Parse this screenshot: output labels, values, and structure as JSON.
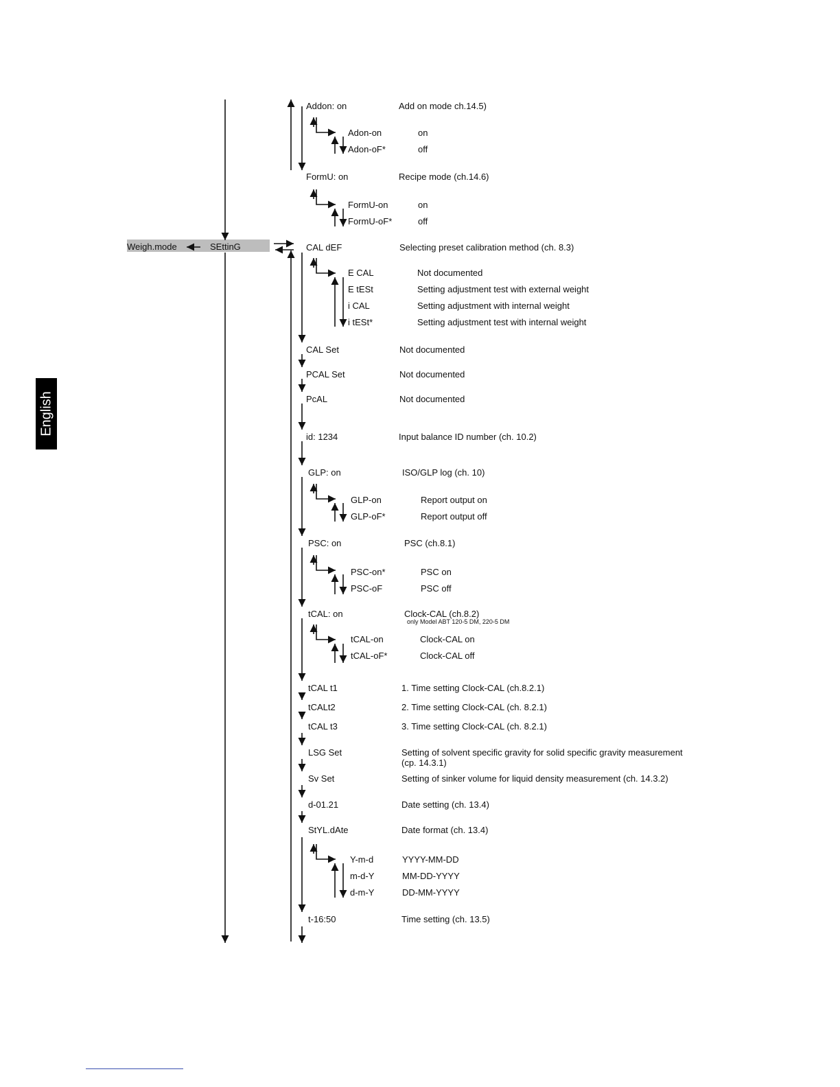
{
  "sidebar": {
    "language_tab": "English"
  },
  "root": {
    "weigh_mode": "Weigh.mode",
    "setting": "SEttinG"
  },
  "menu": [
    {
      "key": "Addon: on",
      "desc": "Add on mode ch.14.5)",
      "options": [
        {
          "key": "Adon-on",
          "desc": "on"
        },
        {
          "key": "Adon-oF*",
          "desc": "off"
        }
      ]
    },
    {
      "key": "FormU: on",
      "desc": "Recipe mode (ch.14.6)",
      "options": [
        {
          "key": "FormU-on",
          "desc": "on"
        },
        {
          "key": "FormU-oF*",
          "desc": "off"
        }
      ]
    },
    {
      "key": "CAL dEF",
      "desc": "Selecting preset calibration method  (ch. 8.3)",
      "options": [
        {
          "key": "E CAL",
          "desc": "Not documented"
        },
        {
          "key": "E tESt",
          "desc": "Setting adjustment test with external weight"
        },
        {
          "key": "i CAL",
          "desc": "Setting adjustment with internal weight"
        },
        {
          "key": "i tESt*",
          "desc": "Setting adjustment test with internal weight"
        }
      ]
    },
    {
      "key": "CAL Set",
      "desc": "Not documented"
    },
    {
      "key": "PCAL Set",
      "desc": "Not documented"
    },
    {
      "key": "PcAL",
      "desc": "Not documented"
    },
    {
      "key": "id: 1234",
      "desc": "Input balance ID number (ch. 10.2)"
    },
    {
      "key": "GLP: on",
      "desc": "ISO/GLP log (ch. 10)",
      "options": [
        {
          "key": "GLP-on",
          "desc": "Report output on"
        },
        {
          "key": "GLP-oF*",
          "desc": "Report output off"
        }
      ]
    },
    {
      "key": "PSC: on",
      "desc": "PSC (ch.8.1)",
      "options": [
        {
          "key": "PSC-on*",
          "desc": "PSC on"
        },
        {
          "key": "PSC-oF",
          "desc": "PSC off"
        }
      ]
    },
    {
      "key": "tCAL: on",
      "desc": "Clock-CAL (ch.8.2)",
      "note": "only Model ABT 120-5 DM, 220-5 DM",
      "options": [
        {
          "key": "tCAL-on",
          "desc": "Clock-CAL on"
        },
        {
          "key": "tCAL-oF*",
          "desc": "Clock-CAL off"
        }
      ]
    },
    {
      "key": "tCAL t1",
      "desc": "1. Time setting Clock-CAL  (ch.8.2.1)"
    },
    {
      "key": "tCALt2",
      "desc": "2. Time setting Clock-CAL  (ch. 8.2.1)"
    },
    {
      "key": "tCAL t3",
      "desc": "3. Time setting Clock-CAL  (ch. 8.2.1)"
    },
    {
      "key": "LSG Set",
      "desc": "Setting of solvent specific gravity for solid specific gravity measurement (cp. 14.3.1)"
    },
    {
      "key": "Sv Set",
      "desc": "Setting of sinker volume for liquid density measurement  (ch. 14.3.2)"
    },
    {
      "key": "d-01.21",
      "desc": "Date setting (ch. 13.4)"
    },
    {
      "key": "StYL.dAte",
      "desc": "Date format (ch. 13.4)",
      "options": [
        {
          "key": "Y-m-d",
          "desc": "YYYY-MM-DD"
        },
        {
          "key": "m-d-Y",
          "desc": "MM-DD-YYYY"
        },
        {
          "key": "d-m-Y",
          "desc": "DD-MM-YYYY"
        }
      ]
    },
    {
      "key": "t-16:50",
      "desc": "Time setting (ch. 13.5)"
    }
  ]
}
